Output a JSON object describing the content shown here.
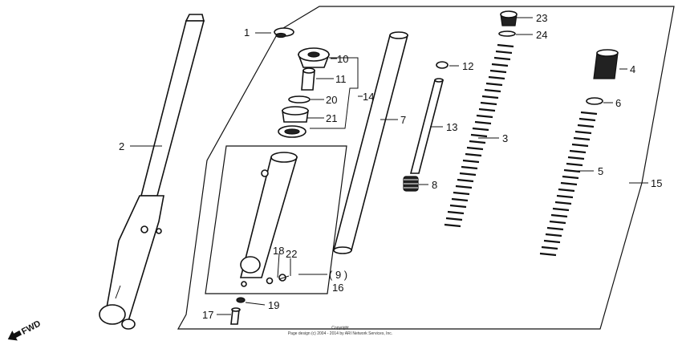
{
  "callouts": {
    "c1": "1",
    "c2": "2",
    "c3": "3",
    "c4": "4",
    "c5": "5",
    "c6": "6",
    "c7": "7",
    "c8": "8",
    "c9": "( 9 )",
    "c10": "10",
    "c11": "11",
    "c12": "12",
    "c13": "13",
    "c14": "14",
    "c15": "15",
    "c16": "16",
    "c17": "17",
    "c18": "18",
    "c19": "19",
    "c20": "20",
    "c21": "21",
    "c22": "22",
    "c23": "23",
    "c24": "24"
  },
  "direction_label": "FWD",
  "copyright": {
    "line1": "Copyright",
    "line2": "Page design (c) 2004 - 2014 by ARI Network Services, Inc."
  }
}
